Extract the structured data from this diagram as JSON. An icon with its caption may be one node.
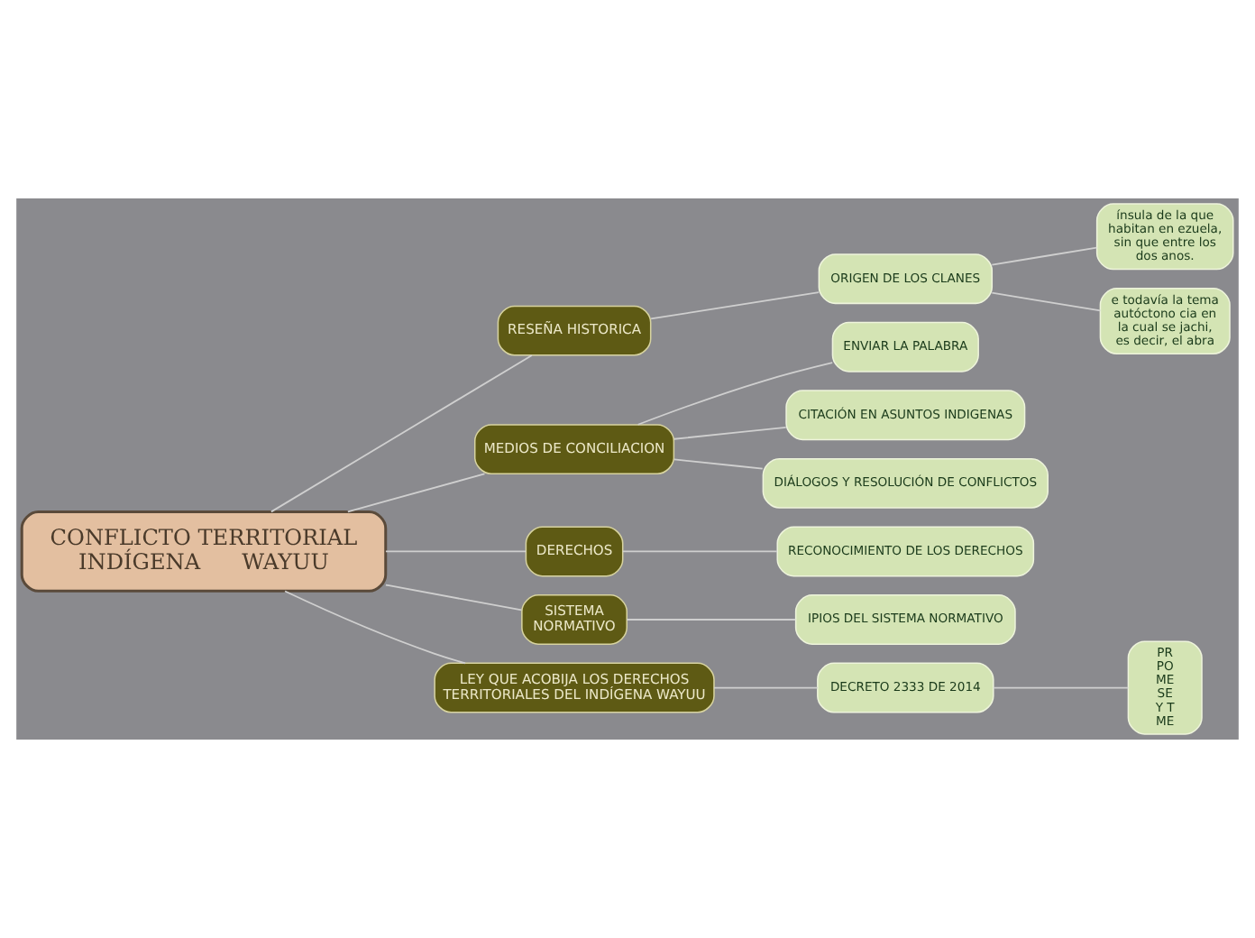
{
  "diagram": {
    "nodes": [
      {
        "text": [
          "CONFLICTO TERRITORIAL INDÍGENA      WAYUU"
        ]
      },
      {
        "text": [
          "RESEÑA HISTORICA"
        ]
      },
      {
        "text": [
          "ORIGEN DE LOS CLANES"
        ]
      },
      {
        "text": [
          "ínsula de la que habitan en ezuela, sin que entre los dos anos."
        ]
      },
      {
        "text": [
          "e todavía la tema autóctono cia en la cual se jachi, es decir, el abra"
        ]
      },
      {
        "text": [
          "MEDIOS DE CONCILIACION"
        ]
      },
      {
        "text": [
          "ENVIAR LA PALABRA"
        ]
      },
      {
        "text": [
          "CITACIÓN EN ASUNTOS INDIGENAS"
        ]
      },
      {
        "text": [
          "DIÁLOGOS Y RESOLUCIÓN DE CONFLICTOS"
        ]
      },
      {
        "text": [
          "DERECHOS"
        ]
      },
      {
        "text": [
          "RECONOCIMIENTO DE LOS DERECHOS"
        ]
      },
      {
        "text": [
          "SISTEMA NORMATIVO"
        ]
      },
      {
        "text": [
          "IPIOS DEL SISTEMA NORMATIVO"
        ]
      },
      {
        "text": [
          "LEY QUE ACOBIJA LOS DERECHOS TERRITORIALES DEL INDÍGENA WAYUU"
        ]
      },
      {
        "text": [
          "DECRETO 2333 DE 2014"
        ]
      },
      {
        "text": [
          "PR PO ME SE Y T ME"
        ]
      }
    ],
    "edges": [
      {
        "from": 0,
        "to": 1,
        "arrow": "none"
      },
      {
        "from": 1,
        "to": 2,
        "arrow": "none"
      },
      {
        "from": 2,
        "to": 3,
        "arrow": "none"
      },
      {
        "from": 2,
        "to": 4,
        "arrow": "none"
      },
      {
        "from": 0,
        "to": 5,
        "arrow": "none"
      },
      {
        "from": 5,
        "to": 6,
        "arrow": "none"
      },
      {
        "from": 5,
        "to": 7,
        "arrow": "none"
      },
      {
        "from": 5,
        "to": 8,
        "arrow": "none"
      },
      {
        "from": 0,
        "to": 9,
        "arrow": "none"
      },
      {
        "from": 9,
        "to": 10,
        "arrow": "none"
      },
      {
        "from": 0,
        "to": 11,
        "arrow": "none"
      },
      {
        "from": 11,
        "to": 12,
        "arrow": "none"
      },
      {
        "from": 0,
        "to": 13,
        "arrow": "none"
      },
      {
        "from": 13,
        "to": 14,
        "arrow": "none"
      },
      {
        "from": 14,
        "to": 15,
        "arrow": "none"
      }
    ]
  }
}
